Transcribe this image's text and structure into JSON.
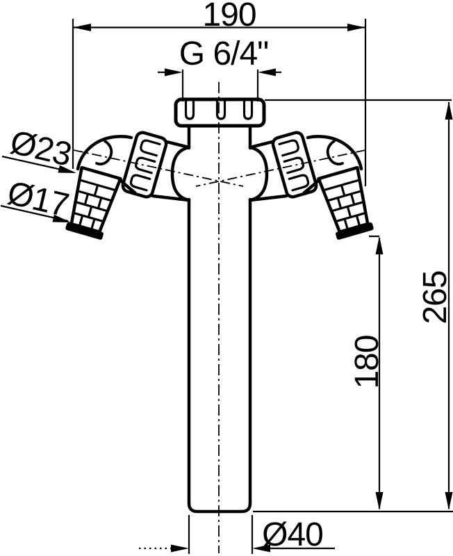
{
  "drawing": {
    "kind": "technical dimension drawing",
    "subject": "standpipe with two angled hose barb connectors and threaded flange nut",
    "background_color": "#ffffff",
    "line_color": "#000000",
    "labels": {
      "overall_width": "190",
      "thread_size": "G 6/4\"",
      "barb_outer_diameter": "Ø23",
      "barb_tip_diameter": "Ø17",
      "overall_height": "265",
      "barb_to_outlet_height": "180",
      "outlet_diameter": "Ø40"
    }
  }
}
